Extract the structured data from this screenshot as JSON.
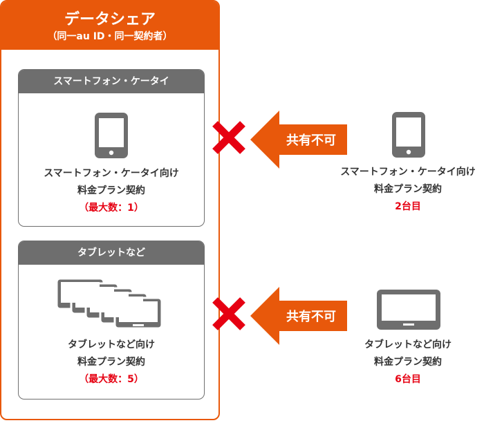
{
  "header": {
    "title": "データシェア",
    "subtitle": "（同一au ID・同一契約者）"
  },
  "smartphone_box": {
    "title": "スマートフォン・ケータイ",
    "line1": "スマートフォン・ケータイ向け",
    "line2": "料金プラン契約",
    "max_label": "（最大数：1）"
  },
  "tablet_box": {
    "title": "タブレットなど",
    "line1": "タブレットなど向け",
    "line2": "料金プラン契約",
    "max_label": "（最大数：5）"
  },
  "arrow_label": "共有不可",
  "right_smartphone": {
    "line1": "スマートフォン・ケータイ向け",
    "line2": "料金プラン契約",
    "count": "2台目"
  },
  "right_tablet": {
    "line1": "タブレットなど向け",
    "line2": "料金プラン契約",
    "count": "6台目"
  },
  "colors": {
    "orange": "#e8580b",
    "gray": "#6e6e6e",
    "red": "#e60012",
    "text": "#333333"
  },
  "icons": [
    "smartphone-icon",
    "tablet-stack-icon",
    "cross-icon",
    "left-arrow-icon",
    "tablet-icon"
  ]
}
